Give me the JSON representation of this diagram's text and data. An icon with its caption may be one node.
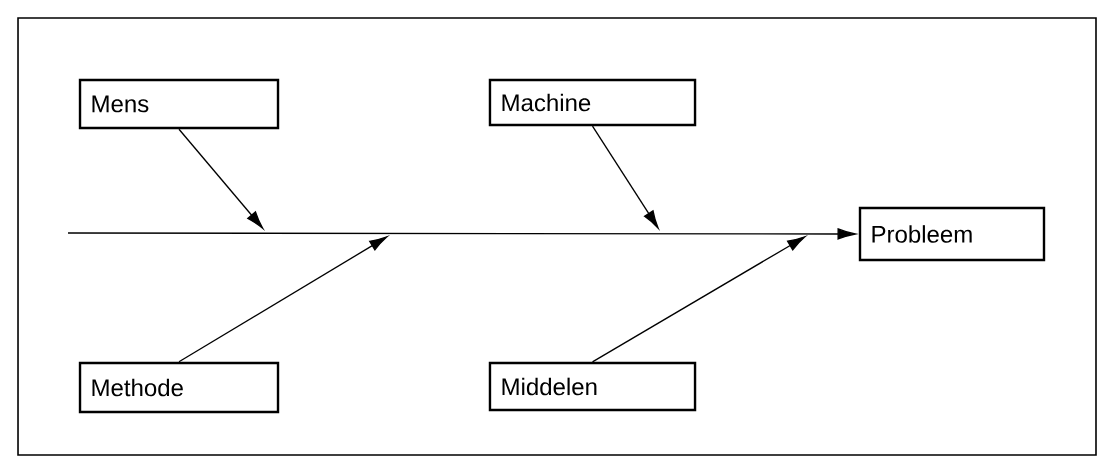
{
  "diagram": {
    "nodes": [
      {
        "text": [
          "Mens"
        ]
      },
      {
        "text": [
          "Machine"
        ]
      },
      {
        "text": [
          "Probleem"
        ]
      },
      {
        "text": [
          "Methode"
        ]
      },
      {
        "text": [
          "Middelen"
        ]
      }
    ],
    "edges": [
      {
        "from": null,
        "to": 2,
        "arrow": "to"
      },
      {
        "from": 0,
        "to": null,
        "arrow": "to"
      },
      {
        "from": 1,
        "to": null,
        "arrow": "to"
      },
      {
        "from": 3,
        "to": null,
        "arrow": "to"
      },
      {
        "from": 4,
        "to": null,
        "arrow": "to"
      }
    ]
  }
}
